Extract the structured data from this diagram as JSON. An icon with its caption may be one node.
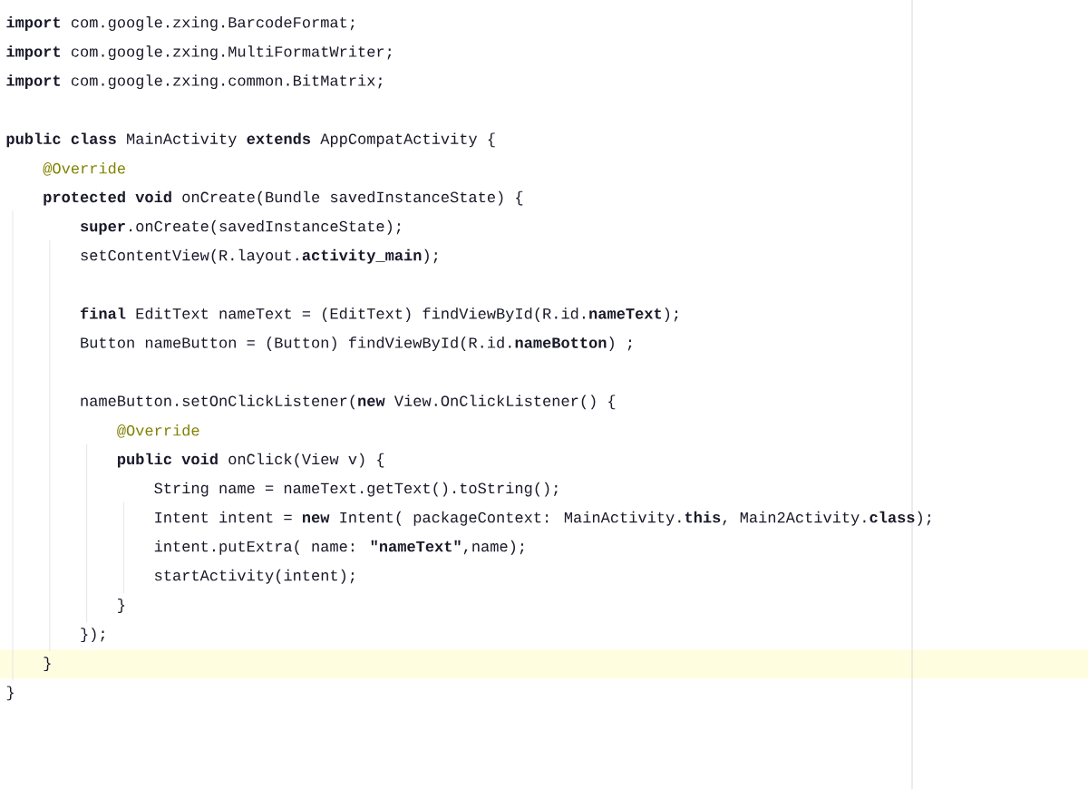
{
  "diagram": {
    "labels": [
      "**import** com.google.zxing.BarcodeFormat;",
      "**import** com.google.zxing.MultiFormatWriter;",
      "**import** com.google.zxing.common.BitMatrix;",
      "**public class** MainActivity **extends** AppCompatActivity {",
      "@Override",
      "**protected void** onCreate(Bundle savedInstanceState) {",
      "**super**.onCreate(savedInstanceState);",
      "setContentView(R.layout.**activity_main**);",
      "**final** EditText nameText = (EditText) findViewById(R.id.**nameText**);",
      "Button nameButton = (Button) findViewById(R.id.**nameBotton**) ;",
      "nameButton.setOnClickListener(**new** View.OnClickListener() {",
      "@Override",
      "**public void** onClick(View v) {",
      "String name = nameText.getText().toString();",
      "Intent intent = **new** Intent( packageContext: MainActivity.**this**, Main2Activity.**class**);",
      "intent.putExtra( name: **\"nameText\"**,name);",
      "startActivity(intent);",
      "}",
      "});",
      "}",
      "}"
    ]
  }
}
